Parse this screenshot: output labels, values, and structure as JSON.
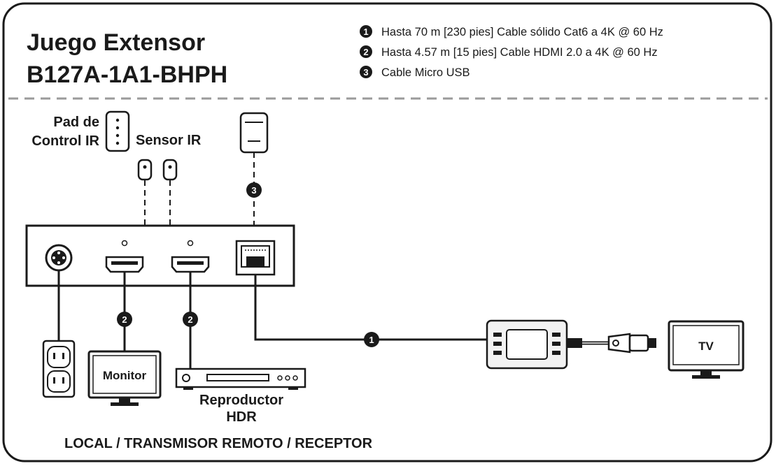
{
  "title": {
    "line1": "Juego Extensor",
    "line2": "B127A-1A1-BHPH"
  },
  "legend": [
    {
      "num": "1",
      "text": "Hasta 70 m [230 pies] Cable sólido Cat6 a 4K @ 60 Hz"
    },
    {
      "num": "2",
      "text": "Hasta 4.57 m [15 pies] Cable HDMI 2.0 a 4K @ 60 Hz"
    },
    {
      "num": "3",
      "text": "Cable Micro USB"
    }
  ],
  "labels": {
    "pad_line1": "Pad de",
    "pad_line2": "Control IR",
    "sensor": "Sensor IR",
    "monitor": "Monitor",
    "player_line1": "Reproductor",
    "player_line2": "HDR",
    "tv": "TV"
  },
  "markers": {
    "cat6": "1",
    "hdmi_monitor": "2",
    "hdmi_player": "2",
    "usb": "3"
  },
  "footer": "LOCAL / TRANSMISOR REMOTO / RECEPTOR",
  "colors": {
    "ink": "#1a1a1a",
    "device_fill": "#f2f2f2",
    "dashed_divider": "#9a9a9a"
  }
}
